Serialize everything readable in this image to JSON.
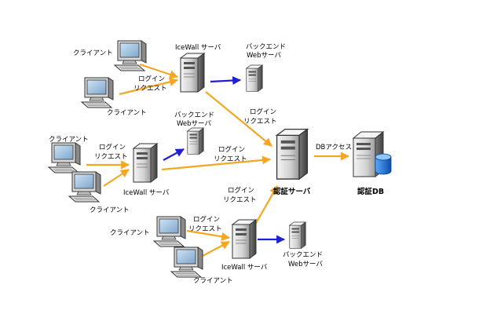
{
  "labels": {
    "client": "クライアント",
    "login": "ログイン",
    "request": "リクエスト",
    "icewall_server": "IceWall サーバ",
    "backend": "バックエンド",
    "web_server": "Webサーバ",
    "auth_server": "認証サーバ",
    "auth_db": "認証DB",
    "db_access": "DBアクセス"
  },
  "colors": {
    "request_arrow": "#f5a623",
    "backend_arrow": "#1f1fd6",
    "server_light": "#e6e6e6",
    "server_dark": "#6e6e6e",
    "db_cylinder": "#2a7bd4"
  }
}
